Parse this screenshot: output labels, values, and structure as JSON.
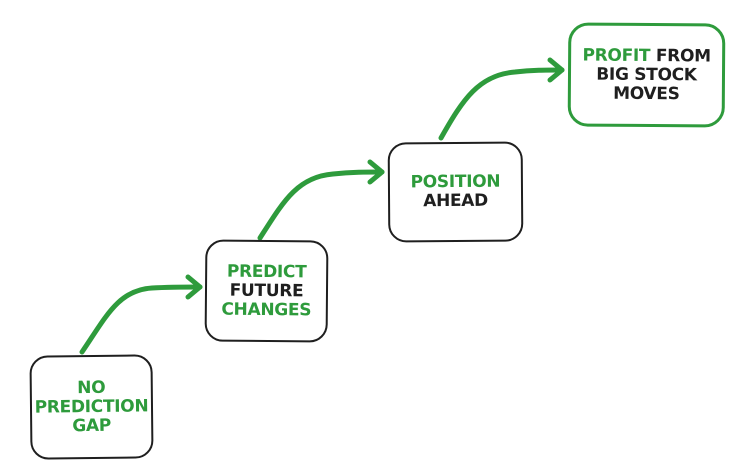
{
  "colors": {
    "accent": "#2e9b3c",
    "text": "#1f1f1f",
    "border": "#1f1f1f",
    "background": "#ffffff"
  },
  "steps": [
    {
      "lines": [
        {
          "text": "NO",
          "color": "green"
        },
        {
          "text": "PREDICTION",
          "color": "green"
        },
        {
          "text": "GAP",
          "color": "green"
        }
      ]
    },
    {
      "lines": [
        {
          "text": "PREDICT",
          "color": "green"
        },
        {
          "text": "FUTURE",
          "color": "black"
        },
        {
          "text": "CHANGES",
          "color": "green"
        }
      ]
    },
    {
      "lines": [
        {
          "text": "POSITION",
          "color": "green"
        },
        {
          "text": "AHEAD",
          "color": "black"
        }
      ]
    },
    {
      "lines": [
        {
          "parts": [
            {
              "text": "PROFIT",
              "color": "green"
            },
            {
              "text": " FROM",
              "color": "black"
            }
          ]
        },
        {
          "text": "BIG STOCK",
          "color": "black"
        },
        {
          "text": "MOVES",
          "color": "black"
        }
      ],
      "highlighted": true
    }
  ],
  "arrows": [
    {
      "from": "step-1",
      "to": "step-2",
      "icon": "curved-arrow-icon"
    },
    {
      "from": "step-2",
      "to": "step-3",
      "icon": "curved-arrow-icon"
    },
    {
      "from": "step-3",
      "to": "step-4",
      "icon": "curved-arrow-icon"
    }
  ]
}
